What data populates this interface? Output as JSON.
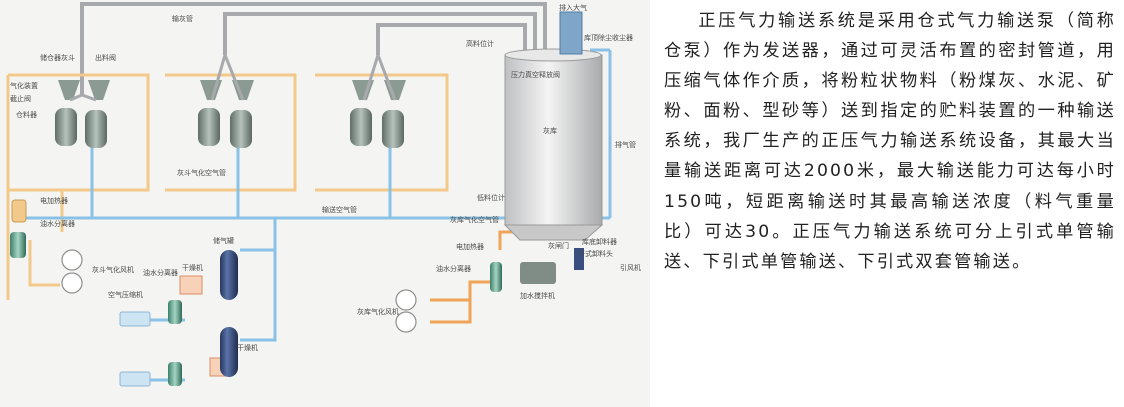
{
  "diagram": {
    "labels": {
      "exhaust_to_atmosphere": "排入大气",
      "bag_filter": "库顶除尘收尘器",
      "conveying_pipe": "输灰管",
      "bin_pump_1": "储仓器灰斗",
      "outlet_valve": "出料阀",
      "gas_inlet_valve": "气化装置",
      "stop_valve": "截止阀",
      "feeder": "仓料器",
      "level_meter_high": "高料位计",
      "pressure_relief_valve": "压力真空释放阀",
      "ash_silo": "灰库",
      "exhaust_pipe": "排气管",
      "hopper_aeration_pipe": "灰斗气化空气管",
      "heater_1": "电加热器",
      "delivery_air_pipe": "输送空气管",
      "level_meter_low": "低料位计",
      "water_separator_1": "油水分离器",
      "silo_aeration_pipe": "灰库气化空气管",
      "air_tank": "储气罐",
      "heater_2": "电加热器",
      "hopper_aeration_fan": "灰斗气化风机",
      "water_separator_2": "油水分离器",
      "dryer_1": "干燥机",
      "water_separator_3": "油水分离器",
      "ash_valve": "灰闸门",
      "bulk_loader": "库底卸料器",
      "dry_unloader": "干式卸料头",
      "air_compressor": "空气压缩机",
      "silo_aeration_fan": "灰库气化风机",
      "induced_fan": "引风机",
      "humidifying_mixer": "加水搅拌机",
      "dryer_2": "干燥机"
    },
    "colors": {
      "ash_pipe": "#a7a9ac",
      "air_pipe": "#89c2e6",
      "aeration_pipe": "#f2c98a",
      "fan_pipe": "#f0a457",
      "tank": "#3a4f80",
      "feeder": "#7f8d86",
      "silo": "#dcdcdc"
    }
  },
  "article": {
    "text": "正压气力输送系统是采用仓式气力输送泵（简称仓泵）作为发送器，通过可灵活布置的密封管道，用压缩气体作介质，将粉粒状物料（粉煤灰、水泥、矿粉、面粉、型砂等）送到指定的贮料装置的一种输送系统，我厂生产的正压气力输送系统设备，其最大当量输送距离可达2000米，最大输送能力可达每小时150吨，短距离输送时其最高输送浓度（料气重量比）可达30。正压气力输送系统可分上引式单管输送、下引式单管输送、下引式双套管输送。"
  }
}
